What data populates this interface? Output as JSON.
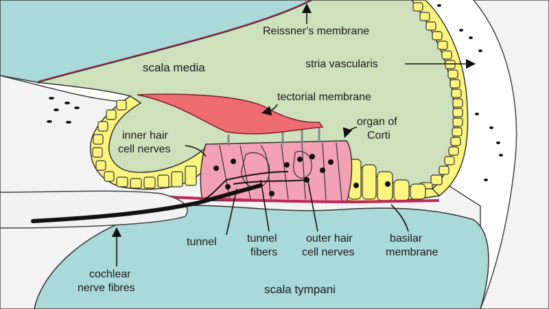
{
  "labels": {
    "reissners_membrane": "Reissner's membrane",
    "scala_media": "scala media",
    "stria_vascularis": "stria vascularis",
    "tectorial_membrane": "tectorial membrane",
    "organ_of_corti_line1": "organ of",
    "organ_of_corti_line2": "Corti",
    "inner_hair_cell_nerves_line1": "inner hair",
    "inner_hair_cell_nerves_line2": "cell nerves",
    "tunnel": "tunnel",
    "tunnel_fibers_line1": "tunnel",
    "tunnel_fibers_line2": "fibers",
    "outer_hair_cell_nerves_line1": "outer hair",
    "outer_hair_cell_nerves_line2": "cell nerves",
    "basilar_membrane_line1": "basilar",
    "basilar_membrane_line2": "membrane",
    "cochlear_nerve_fibres_line1": "cochlear",
    "cochlear_nerve_fibres_line2": "nerve fibres",
    "scala_tympani": "scala tympani"
  },
  "colors": {
    "fluid": "#a9d9d8",
    "scala_media": "#cfe0bd",
    "stria": "#fbf47e",
    "corti": "#f3a1b4",
    "tectorial": "#ef6b72",
    "membrane": "#c0285a",
    "bone": "#f2f2f2",
    "outline": "#222222"
  },
  "icons": [
    "leader-arrow"
  ]
}
